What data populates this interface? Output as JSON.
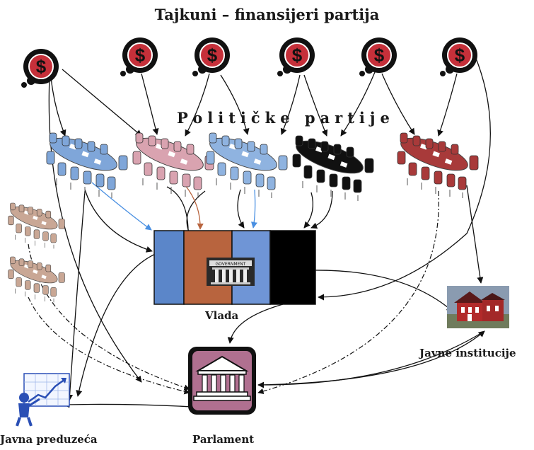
{
  "title": "Tajkuni – finansijeri partija",
  "subtitle": "Političke partije",
  "government_sign": "GOVERNMENT",
  "labels": {
    "vlada": "Vlada",
    "parlament": "Parlament",
    "javne_institucije": "Javne institucije",
    "javna_preduzeca": "Javna preduzeća"
  },
  "colors": {
    "party_blue": "#7fa6d9",
    "party_pink": "#d9a3b0",
    "party_black": "#111111",
    "party_red": "#a83a3a",
    "party_beige": "#c9a795",
    "gov_blue": "#5b86c9",
    "gov_brown": "#b8643e",
    "gov_lightblue": "#6f95d6",
    "gov_black": "#000000",
    "parliament_bg": "#b07090",
    "tycoon_red": "#c6303a"
  },
  "icons": {
    "tycoon": "dollar-coin-icon",
    "party": "conference-table-icon",
    "government": "government-building-icon",
    "parliament": "parliament-building-icon",
    "institution": "red-schoolhouse-icon",
    "enterprise": "businessman-chart-icon"
  },
  "tycoons": [
    {
      "symbol": "$"
    },
    {
      "symbol": "$"
    },
    {
      "symbol": "$"
    },
    {
      "symbol": "$"
    },
    {
      "symbol": "$"
    },
    {
      "symbol": "$"
    }
  ]
}
